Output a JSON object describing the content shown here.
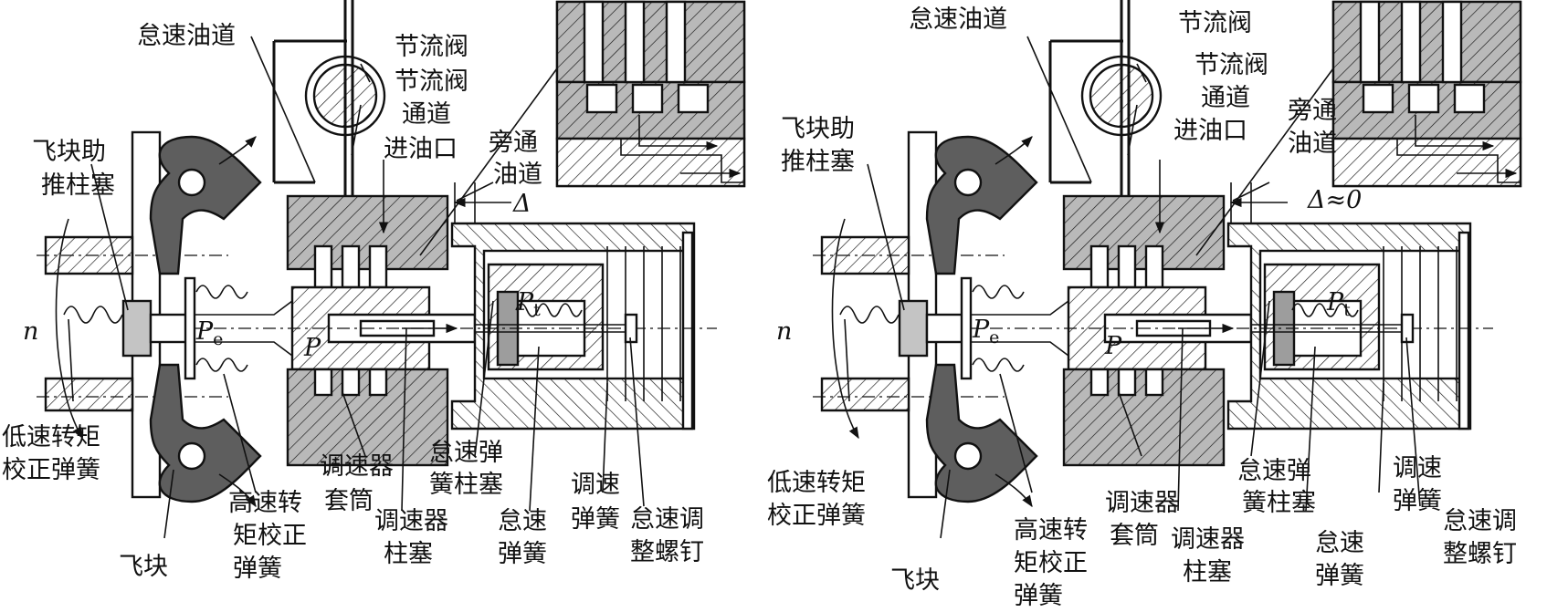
{
  "panels": [
    {
      "id": "left",
      "labels": {
        "idle_oil_passage": "怠速油道",
        "throttle_valve": "节流阀",
        "throttle_channel_1": "节流阀",
        "throttle_channel_2": "通道",
        "oil_inlet": "进油口",
        "bypass_1": "旁通",
        "bypass_2": "油道",
        "flyweight_plunger_1": "飞块助",
        "flyweight_plunger_2": "推柱塞",
        "low_speed_spring_1": "低速转矩",
        "low_speed_spring_2": "校正弹簧",
        "flyweight": "飞块",
        "high_speed_spring_1": "高速转",
        "high_speed_spring_2": "矩校正",
        "high_speed_spring_3": "弹簧",
        "sleeve_1": "调速器",
        "sleeve_2": "套筒",
        "gov_plunger_1": "调速器",
        "gov_plunger_2": "柱塞",
        "idle_spring_plunger_1": "怠速弹",
        "idle_spring_plunger_2": "簧柱塞",
        "idle_spring_1": "怠速",
        "idle_spring_2": "弹簧",
        "gov_spring_1": "调速",
        "gov_spring_2": "弹簧",
        "idle_screw_1": "怠速调",
        "idle_screw_2": "整螺钉",
        "delta": "Δ"
      }
    },
    {
      "id": "right",
      "labels": {
        "idle_oil_passage": "怠速油道",
        "throttle_valve": "节流阀",
        "throttle_channel_1": "节流阀",
        "throttle_channel_2": "通道",
        "oil_inlet": "进油口",
        "bypass_1": "旁通",
        "bypass_2": "油道",
        "flyweight_plunger_1": "飞块助",
        "flyweight_plunger_2": "推柱塞",
        "low_speed_spring_1": "低速转矩",
        "low_speed_spring_2": "校正弹簧",
        "flyweight": "飞块",
        "high_speed_spring_1": "高速转",
        "high_speed_spring_2": "矩校正",
        "high_speed_spring_3": "弹簧",
        "sleeve_1": "调速器",
        "sleeve_2": "套筒",
        "gov_plunger_1": "调速器",
        "gov_plunger_2": "柱塞",
        "idle_spring_plunger_1": "怠速弹",
        "idle_spring_plunger_2": "簧柱塞",
        "idle_spring_1": "怠速",
        "idle_spring_2": "弹簧",
        "gov_spring_1": "调速",
        "gov_spring_2": "弹簧",
        "idle_screw_1": "怠速调",
        "idle_screw_2": "整螺钉",
        "delta": "Δ≈0"
      }
    }
  ],
  "symbols": {
    "speed": "n",
    "pressure": "P",
    "pe_base": "P",
    "pe_sub": "e",
    "pt_base": "P",
    "pt_sub": "t"
  }
}
